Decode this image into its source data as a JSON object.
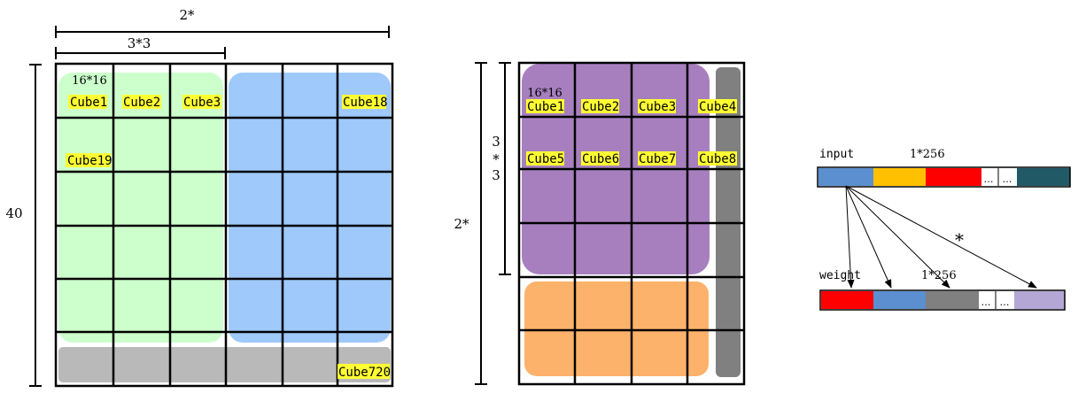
{
  "colors": {
    "green_block": "#ccffcc",
    "blue_block": "#9ec9fa",
    "gray_block": "#b9b9b9",
    "purple_block": "#a77fbf",
    "orange_block": "#fdb26b",
    "dark_gray_bar": "#808080",
    "highlight": "#ffff33",
    "vec_blue": "#5b8fd0",
    "vec_yellow": "#ffc000",
    "vec_red": "#ff0000",
    "vec_teal": "#215967",
    "vec_gray": "#808080",
    "vec_lilac": "#b4a7d6"
  },
  "left_grid": {
    "top_dim_label": "2*",
    "inner_dim_label": "3*3",
    "side_dim_label": "40",
    "cell_size_label": "16*16",
    "cube_labels": {
      "c1": "Cube1",
      "c2": "Cube2",
      "c3": "Cube3",
      "c18": "Cube18",
      "c19": "Cube19",
      "c720": "Cube720"
    }
  },
  "middle_grid": {
    "side_dim_label": "2*",
    "inner_dim_label_parts": [
      "3",
      "*",
      "3"
    ],
    "cell_size_label": "16*16",
    "cube_labels": {
      "c1": "Cube1",
      "c2": "Cube2",
      "c3": "Cube3",
      "c4": "Cube4",
      "c5": "Cube5",
      "c6": "Cube6",
      "c7": "Cube7",
      "c8": "Cube8"
    }
  },
  "vectors": {
    "input_label": "input",
    "input_size": "1*256",
    "weight_label": "weight",
    "weight_size": "1*256",
    "multiply_symbol": "*",
    "ellipsis": "…",
    "ellipsis2": "…"
  }
}
